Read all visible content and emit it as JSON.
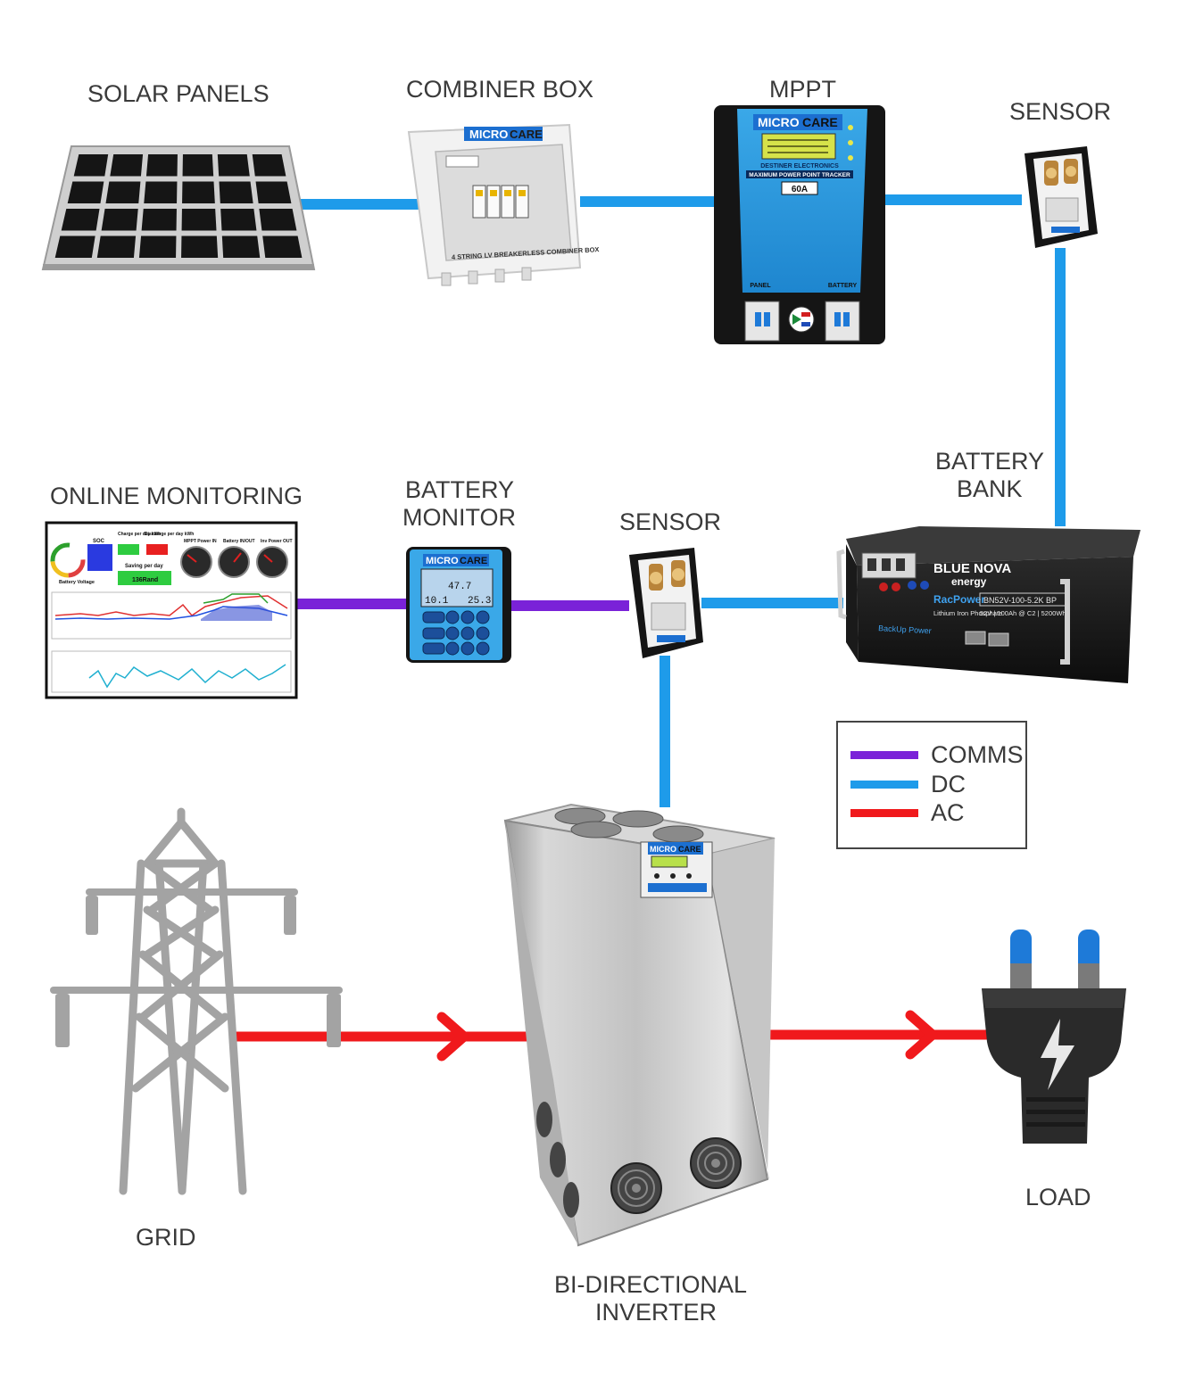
{
  "labels": {
    "solar_panels": "SOLAR PANELS",
    "combiner_box": "COMBINER BOX",
    "mppt": "MPPT",
    "sensor_top": "SENSOR",
    "battery_bank_1": "BATTERY",
    "battery_bank_2": "BANK",
    "online_monitoring": "ONLINE MONITORING",
    "battery_monitor_1": "BATTERY",
    "battery_monitor_2": "MONITOR",
    "sensor_mid": "SENSOR",
    "grid": "GRID",
    "inverter_1": "BI-DIRECTIONAL",
    "inverter_2": "INVERTER",
    "load": "LOAD"
  },
  "device_text": {
    "micro": "MICRO",
    "care": "CARE",
    "combiner_caption": "4 STRING LV BREAKERLESS COMBINER BOX",
    "mppt_maker": "DESTINER ELECTRONICS",
    "mppt_caption": "MAXIMUM POWER POINT TRACKER",
    "mppt_rating": "60A",
    "mppt_panel": "PANEL",
    "mppt_battery": "BATTERY",
    "battery_brand_1": "BLUE NOVA",
    "battery_brand_2": "energy",
    "battery_product": "RacPower",
    "battery_model": "BN52V-100-5.2K BP",
    "battery_chem": "Lithium Iron Phosphate",
    "battery_spec": "52V | 100Ah @ C2 | 5200Wh",
    "battery_backup": "BackUp Power",
    "monitor_val_1": "10.1",
    "monitor_val_2": "47.7",
    "monitor_val_3": "25.3",
    "dash_soc": "SOC",
    "dash_charge": "Charge per day kWh",
    "dash_discharge": "Discharge per day kWh",
    "dash_saving": "Saving per day",
    "dash_saving_val": "136Rand",
    "dash_mppt": "MPPT Power IN",
    "dash_battery": "Battery IN/OUT",
    "dash_inv": "Inv Power OUT",
    "dash_batt_volt": "Battery Voltage"
  },
  "legend": [
    {
      "label": "COMMS",
      "color": "#7a22d8"
    },
    {
      "label": "DC",
      "color": "#1e9bea"
    },
    {
      "label": "AC",
      "color": "#f0191c"
    }
  ],
  "colors": {
    "comms": "#7a22d8",
    "dc": "#1e9bea",
    "ac": "#f0191c",
    "pylon": "#a3a3a3",
    "microcare_blue": "#1c6fd0"
  },
  "connections": [
    {
      "from": "solar_panels",
      "to": "combiner_box",
      "type": "DC"
    },
    {
      "from": "combiner_box",
      "to": "mppt",
      "type": "DC"
    },
    {
      "from": "mppt",
      "to": "sensor_top",
      "type": "DC"
    },
    {
      "from": "sensor_top",
      "to": "battery_bank",
      "type": "DC"
    },
    {
      "from": "online_monitoring",
      "to": "battery_monitor",
      "type": "COMMS"
    },
    {
      "from": "battery_monitor",
      "to": "sensor_mid",
      "type": "COMMS"
    },
    {
      "from": "sensor_mid",
      "to": "battery_bank",
      "type": "DC"
    },
    {
      "from": "sensor_mid",
      "to": "inverter",
      "type": "DC"
    },
    {
      "from": "grid",
      "to": "inverter",
      "type": "AC"
    },
    {
      "from": "inverter",
      "to": "load",
      "type": "AC"
    }
  ]
}
